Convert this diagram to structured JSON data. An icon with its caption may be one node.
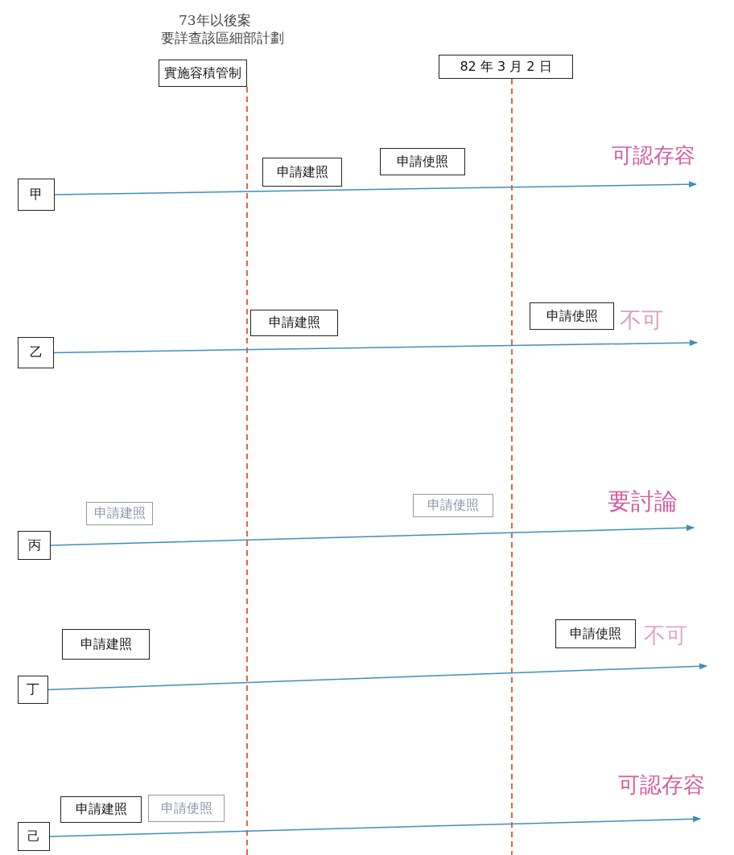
{
  "diagram": {
    "nodes": [
      {
        "text": [
          "實施容積管制"
        ]
      },
      {
        "text": [
          "82 年 3 月 2 日"
        ]
      },
      {
        "text": [
          "甲"
        ]
      },
      {
        "text": [
          "申請建照"
        ]
      },
      {
        "text": [
          "申請使照"
        ]
      },
      {
        "text": [
          "乙"
        ]
      },
      {
        "text": [
          "申請建照"
        ]
      },
      {
        "text": [
          "申請使照"
        ]
      },
      {
        "text": [
          "丙"
        ]
      },
      {
        "text": [
          "申請建照"
        ]
      },
      {
        "text": [
          "申請使照"
        ]
      },
      {
        "text": [
          "丁"
        ]
      },
      {
        "text": [
          "申請建照"
        ]
      },
      {
        "text": [
          "申請使照"
        ]
      },
      {
        "text": [
          "己"
        ]
      },
      {
        "text": [
          "申請建照"
        ]
      },
      {
        "text": [
          "申請使照"
        ]
      }
    ],
    "edges": [
      {
        "from": 0,
        "to": null,
        "arrow": "none",
        "style": "dashed",
        "color": "#e8643c"
      },
      {
        "from": 1,
        "to": null,
        "arrow": "none",
        "style": "dashed",
        "color": "#e8643c"
      },
      {
        "from": 2,
        "to": null,
        "arrow": "to"
      },
      {
        "from": 5,
        "to": null,
        "arrow": "to"
      },
      {
        "from": 8,
        "to": null,
        "arrow": "to"
      },
      {
        "from": 11,
        "to": null,
        "arrow": "to"
      },
      {
        "from": 14,
        "to": null,
        "arrow": "to"
      }
    ],
    "labels": [
      "73年以後案",
      "要詳查該區細部計劃",
      "可認存容",
      "不可",
      "要討論",
      "不可",
      "可認存容"
    ]
  }
}
